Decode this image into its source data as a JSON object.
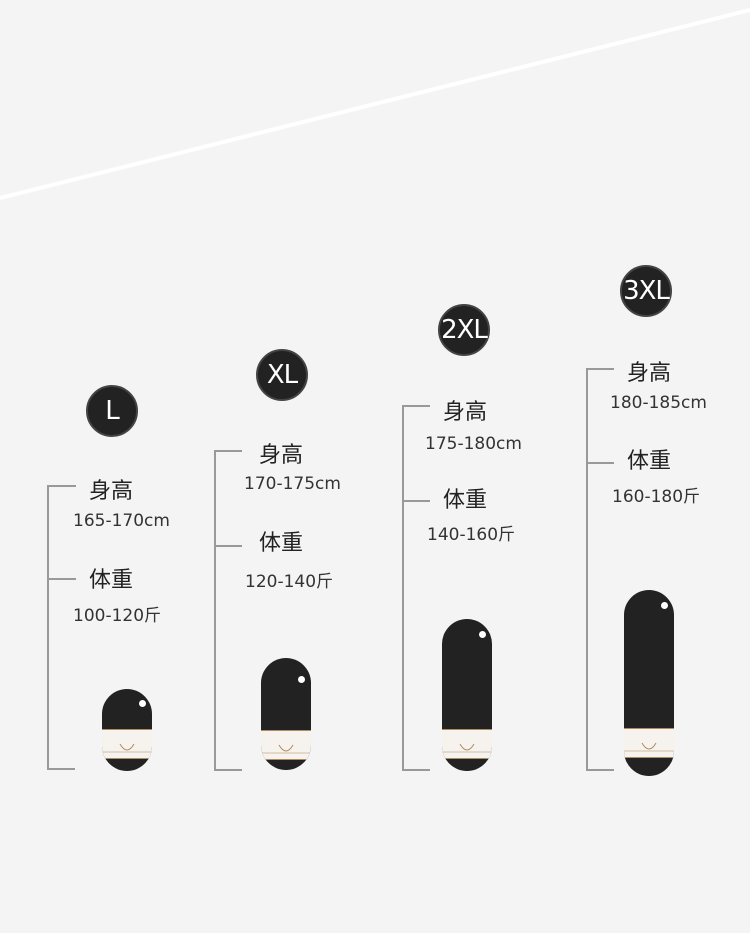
{
  "labels": {
    "height": "身高",
    "weight": "体重"
  },
  "sizes": [
    {
      "name": "L",
      "height": "165-170cm",
      "weight": "100-120斤"
    },
    {
      "name": "XL",
      "height": "170-175cm",
      "weight": "120-140斤"
    },
    {
      "name": "2XL",
      "height": "175-180cm",
      "weight": "140-160斤"
    },
    {
      "name": "3XL",
      "height": "180-185cm",
      "weight": "160-180斤"
    }
  ],
  "colors": {
    "background": "#f4f4f4",
    "badge": "#222222",
    "bracket": "#999999"
  },
  "icons": {
    "figure": "capsule-figure-icon"
  }
}
